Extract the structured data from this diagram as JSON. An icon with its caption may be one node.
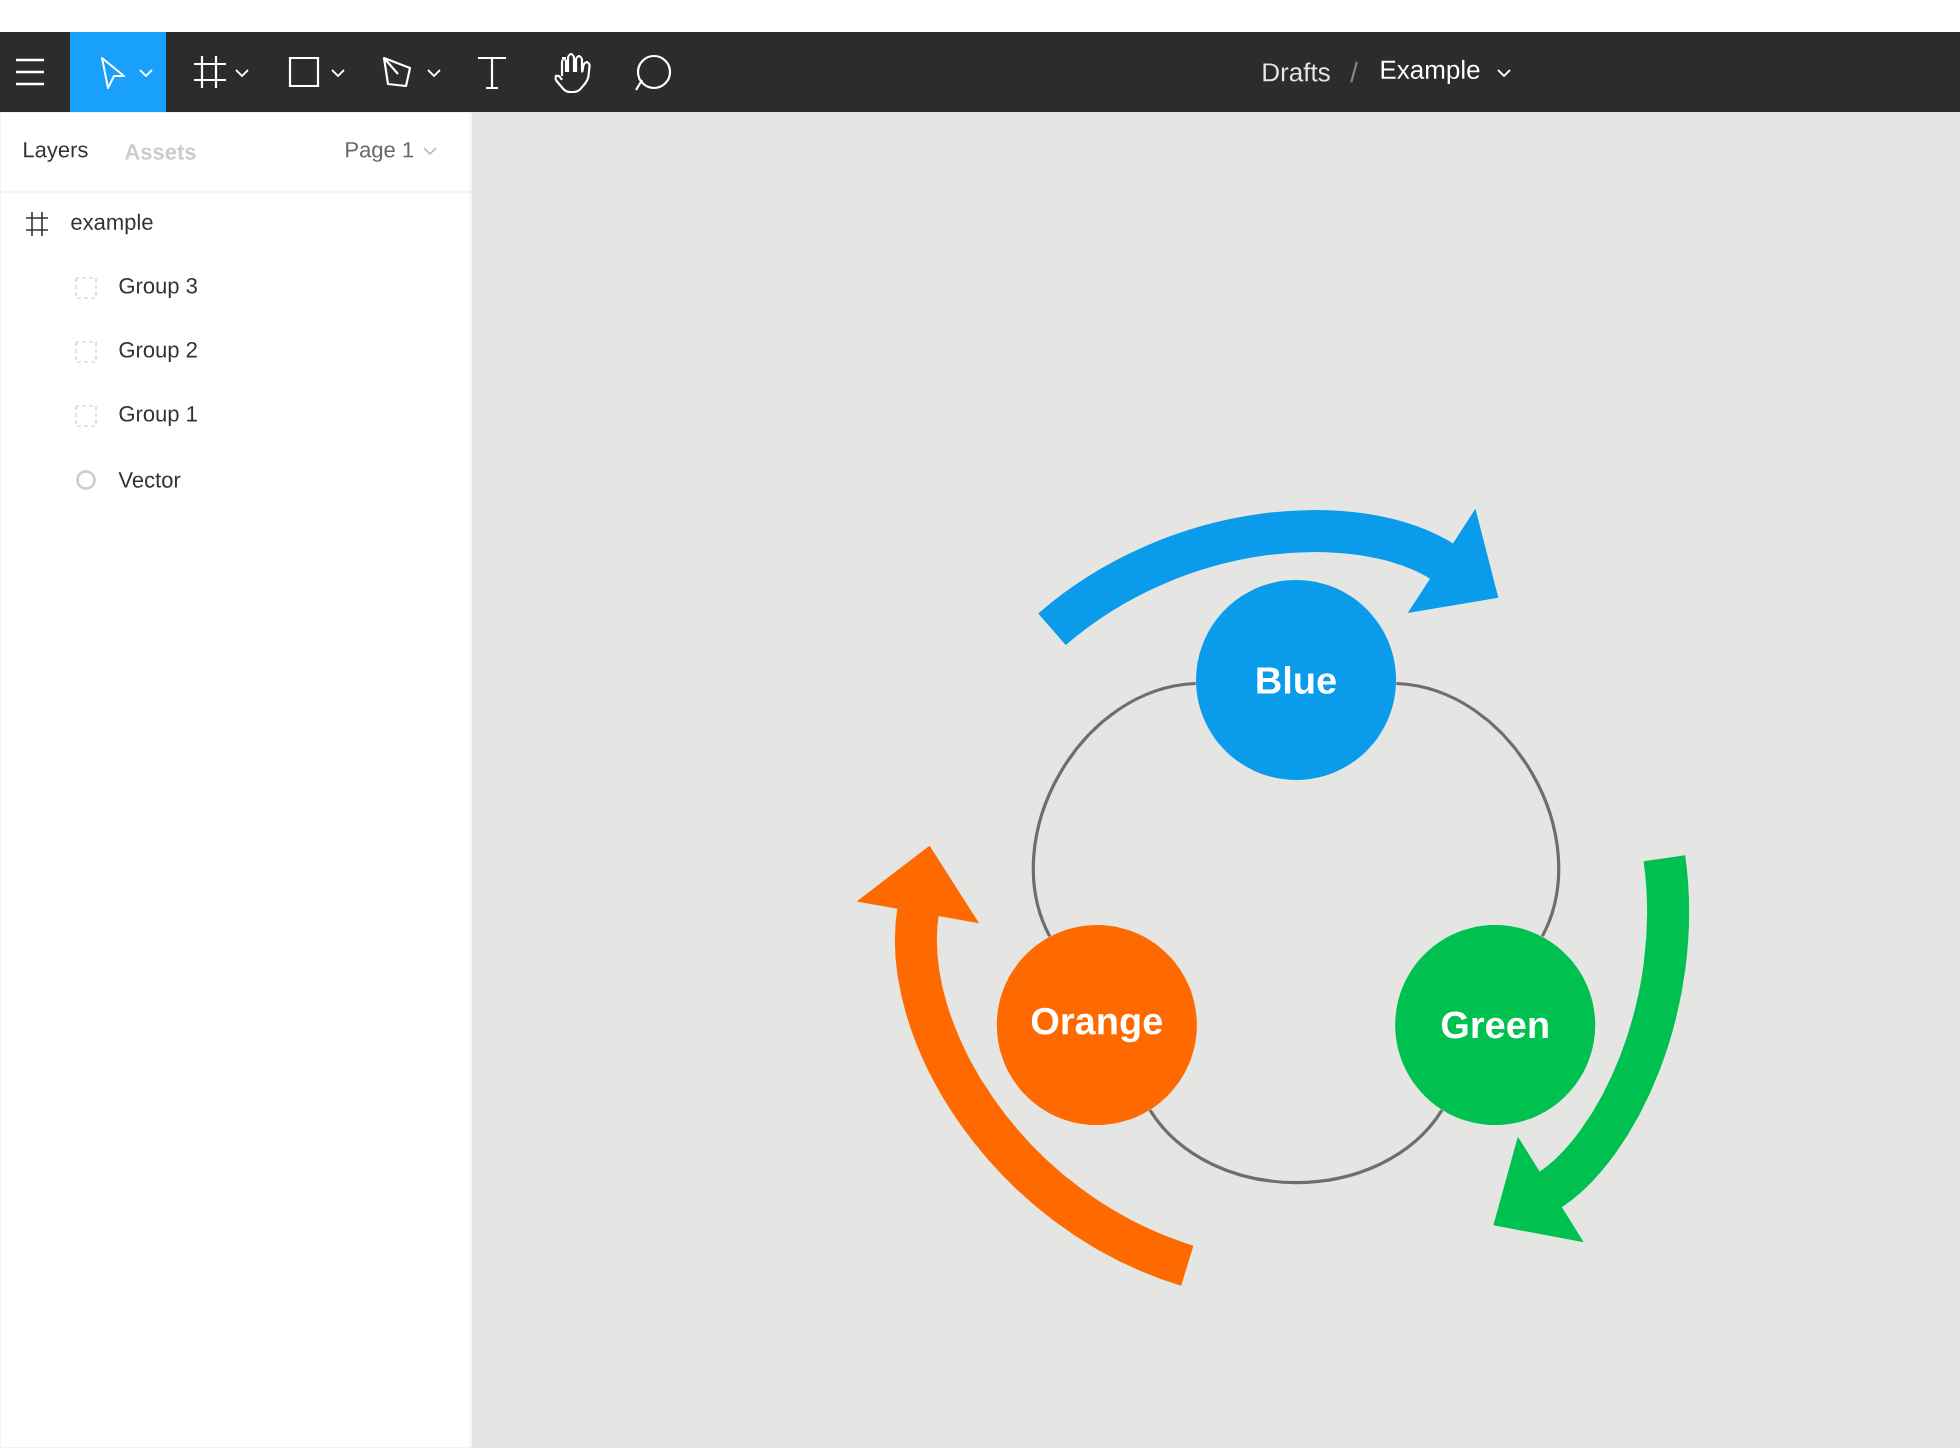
{
  "diagram": {
    "nodes": [
      {
        "text": [
          "Blue"
        ]
      },
      {
        "text": [
          "Green"
        ]
      },
      {
        "text": [
          "Orange"
        ]
      }
    ],
    "edges": [
      {
        "from": 0,
        "to": 1,
        "arrow": "none"
      },
      {
        "from": 1,
        "to": 2,
        "arrow": "none"
      },
      {
        "from": 2,
        "to": 0,
        "arrow": "none"
      }
    ],
    "labels": [
      "Drafts",
      "/",
      "Example",
      "Layers",
      "Assets",
      "Page 1",
      "example",
      "Group 3",
      "Group 2",
      "Group 1",
      "Vector"
    ]
  }
}
